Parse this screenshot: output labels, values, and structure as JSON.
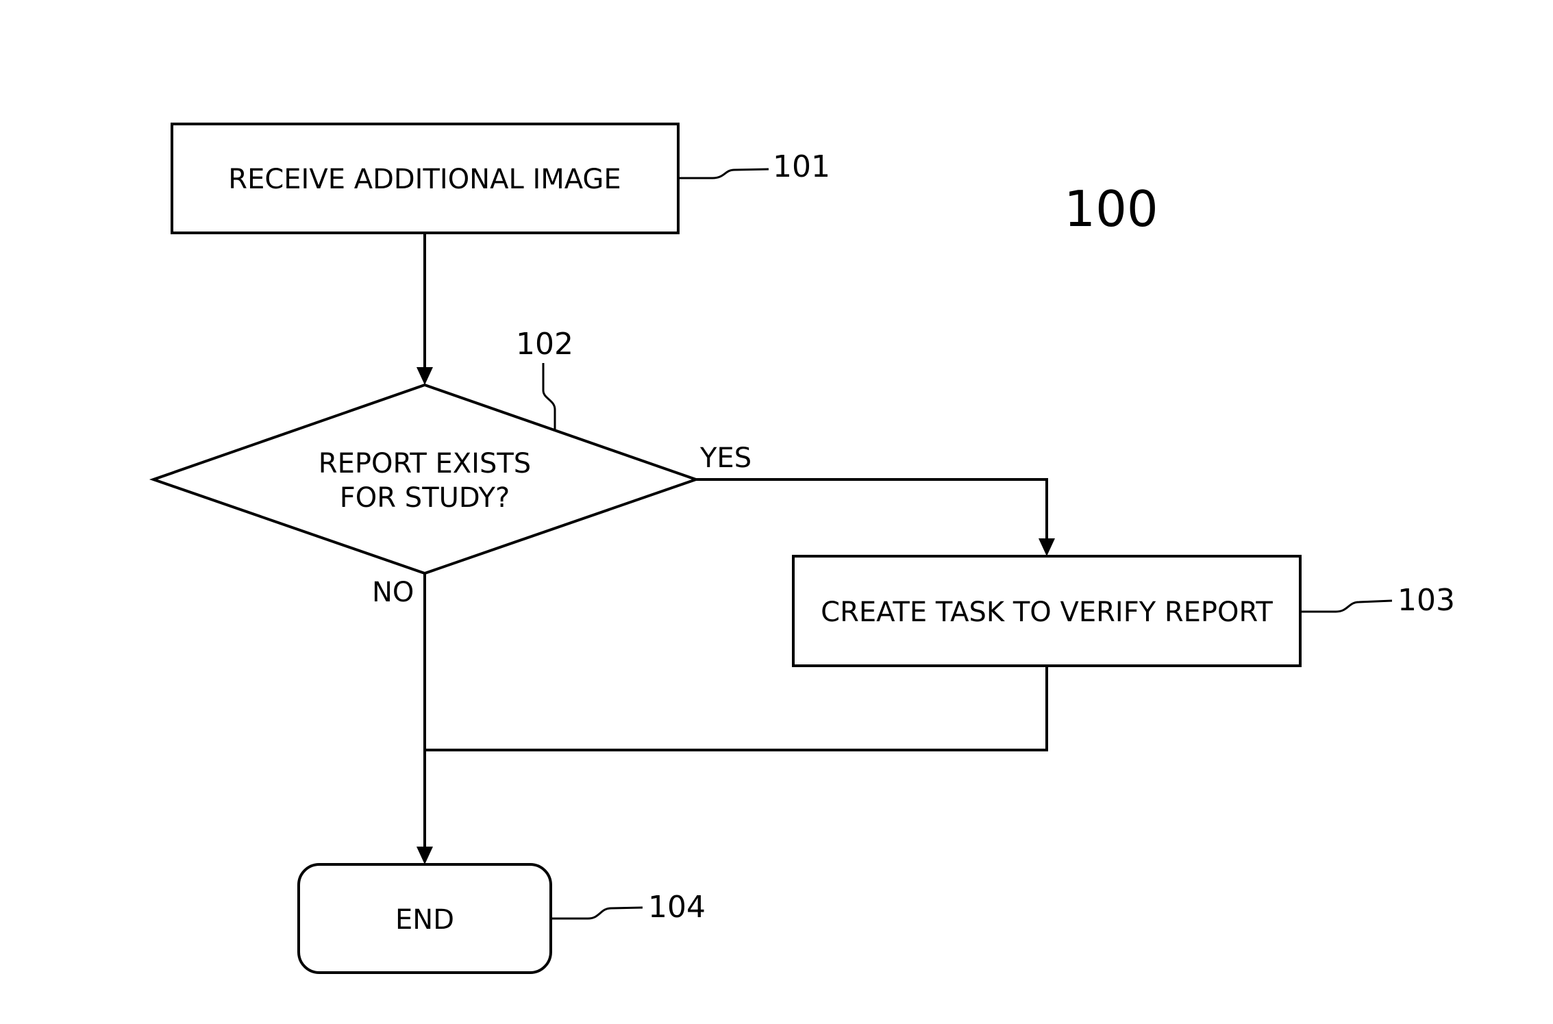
{
  "figure_number": "100",
  "nodes": {
    "receive": {
      "label": "RECEIVE ADDITIONAL IMAGE",
      "ref": "101"
    },
    "decision": {
      "label_line1": "REPORT EXISTS",
      "label_line2": "FOR STUDY?",
      "ref": "102"
    },
    "create_task": {
      "label": "CREATE TASK TO VERIFY REPORT",
      "ref": "103"
    },
    "end": {
      "label": "END",
      "ref": "104"
    }
  },
  "edges": {
    "yes_label": "YES",
    "no_label": "NO"
  }
}
